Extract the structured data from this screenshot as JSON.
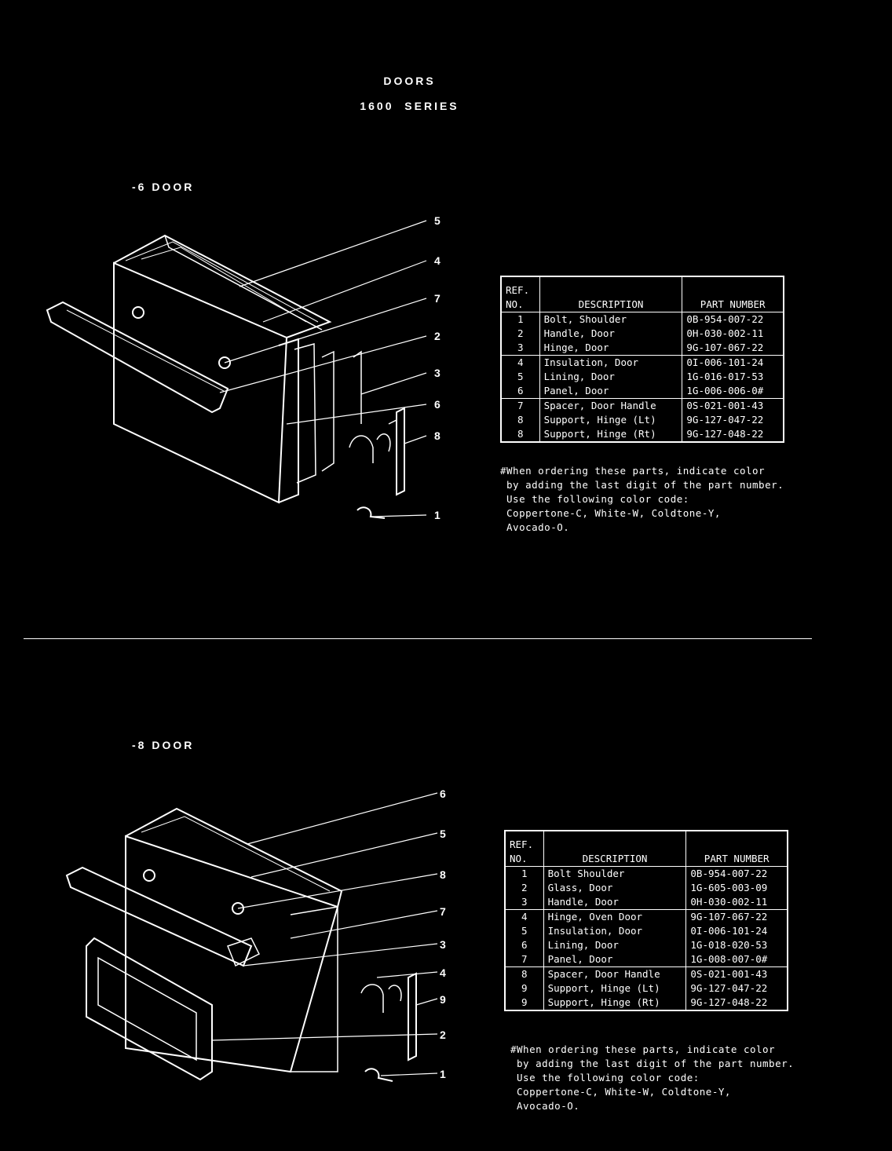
{
  "header": {
    "title": "DOORS",
    "subtitle": "1600  SERIES"
  },
  "section1": {
    "label": "-6 DOOR",
    "callouts": [
      "5",
      "4",
      "7",
      "2",
      "3",
      "6",
      "8",
      "1"
    ],
    "table": {
      "col_ref": [
        "REF.",
        "NO."
      ],
      "col_desc": "DESCRIPTION",
      "col_part": "PART NUMBER",
      "rows": [
        {
          "ref": "1",
          "desc": "Bolt, Shoulder",
          "part": "0B-954-007-22"
        },
        {
          "ref": "2",
          "desc": "Handle, Door",
          "part": "0H-030-002-11"
        },
        {
          "ref": "3",
          "desc": "Hinge, Door",
          "part": "9G-107-067-22"
        },
        {
          "ref": "4",
          "desc": "Insulation, Door",
          "part": "0I-006-101-24"
        },
        {
          "ref": "5",
          "desc": "Lining, Door",
          "part": "1G-016-017-53"
        },
        {
          "ref": "6",
          "desc": "Panel, Door",
          "part": "1G-006-006-0#"
        },
        {
          "ref": "7",
          "desc": "Spacer, Door Handle",
          "part": "0S-021-001-43"
        },
        {
          "ref": "8",
          "desc": "Support, Hinge (Lt)",
          "part": "9G-127-047-22"
        },
        {
          "ref": "8",
          "desc": "Support, Hinge (Rt)",
          "part": "9G-127-048-22"
        }
      ]
    },
    "note": "#When ordering these parts, indicate color\n by adding the last digit of the part number.\n Use the following color code:\n Coppertone-C, White-W, Coldtone-Y,\n Avocado-O."
  },
  "section2": {
    "label": "-8 DOOR",
    "callouts": [
      "6",
      "5",
      "8",
      "7",
      "3",
      "4",
      "9",
      "2",
      "1"
    ],
    "table": {
      "col_ref": [
        "REF.",
        "NO."
      ],
      "col_desc": "DESCRIPTION",
      "col_part": "PART NUMBER",
      "rows": [
        {
          "ref": "1",
          "desc": "Bolt Shoulder",
          "part": "0B-954-007-22"
        },
        {
          "ref": "2",
          "desc": "Glass, Door",
          "part": "1G-605-003-09"
        },
        {
          "ref": "3",
          "desc": "Handle, Door",
          "part": "0H-030-002-11"
        },
        {
          "ref": "4",
          "desc": "Hinge, Oven Door",
          "part": "9G-107-067-22"
        },
        {
          "ref": "5",
          "desc": "Insulation, Door",
          "part": "0I-006-101-24"
        },
        {
          "ref": "6",
          "desc": "Lining, Door",
          "part": "1G-018-020-53"
        },
        {
          "ref": "7",
          "desc": "Panel, Door",
          "part": "1G-008-007-0#"
        },
        {
          "ref": "8",
          "desc": "Spacer, Door Handle",
          "part": "0S-021-001-43"
        },
        {
          "ref": "9",
          "desc": "Support, Hinge (Lt)",
          "part": "9G-127-047-22"
        },
        {
          "ref": "9",
          "desc": "Support, Hinge (Rt)",
          "part": "9G-127-048-22"
        }
      ]
    },
    "note": "#When ordering these parts, indicate color\n by adding the last digit of the part number.\n Use the following color code:\n Coppertone-C, White-W, Coldtone-Y,\n Avocado-O."
  }
}
